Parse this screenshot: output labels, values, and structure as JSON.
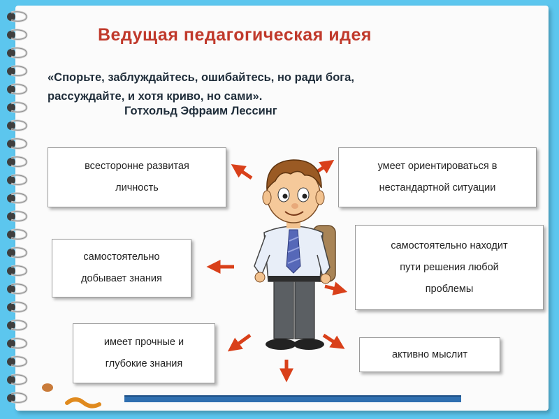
{
  "title": "Ведущая педагогическая идея",
  "quote": {
    "line1": "«Спорьте, заблуждайтесь, ошибайтесь, но  ради бога,",
    "line2": "рассуждайте, и хотя криво, но  сами».",
    "author": "Готхольд Эфраим Лессинг"
  },
  "qualities": {
    "q1": {
      "line1": "всесторонне развитая",
      "line2": "личность"
    },
    "q2": {
      "line1": "умеет ориентироваться в",
      "line2": "нестандартной ситуации"
    },
    "q3": {
      "line1": "самостоятельно",
      "line2": "добывает знания"
    },
    "q4": {
      "line1": "самостоятельно находит",
      "line2": "пути решения любой",
      "line3": "проблемы"
    },
    "q5": {
      "line1": "имеет прочные и",
      "line2": "глубокие знания"
    },
    "q6": {
      "line1": "активно мыслит"
    }
  },
  "colors": {
    "background": "#5cc6ee",
    "title": "#c0392b",
    "arrow": "#d9401a",
    "bottom_bar": "#2f6fb0"
  },
  "icons": [
    "spiral-ring-icon",
    "arrow-icon",
    "student-boy-illustration"
  ]
}
